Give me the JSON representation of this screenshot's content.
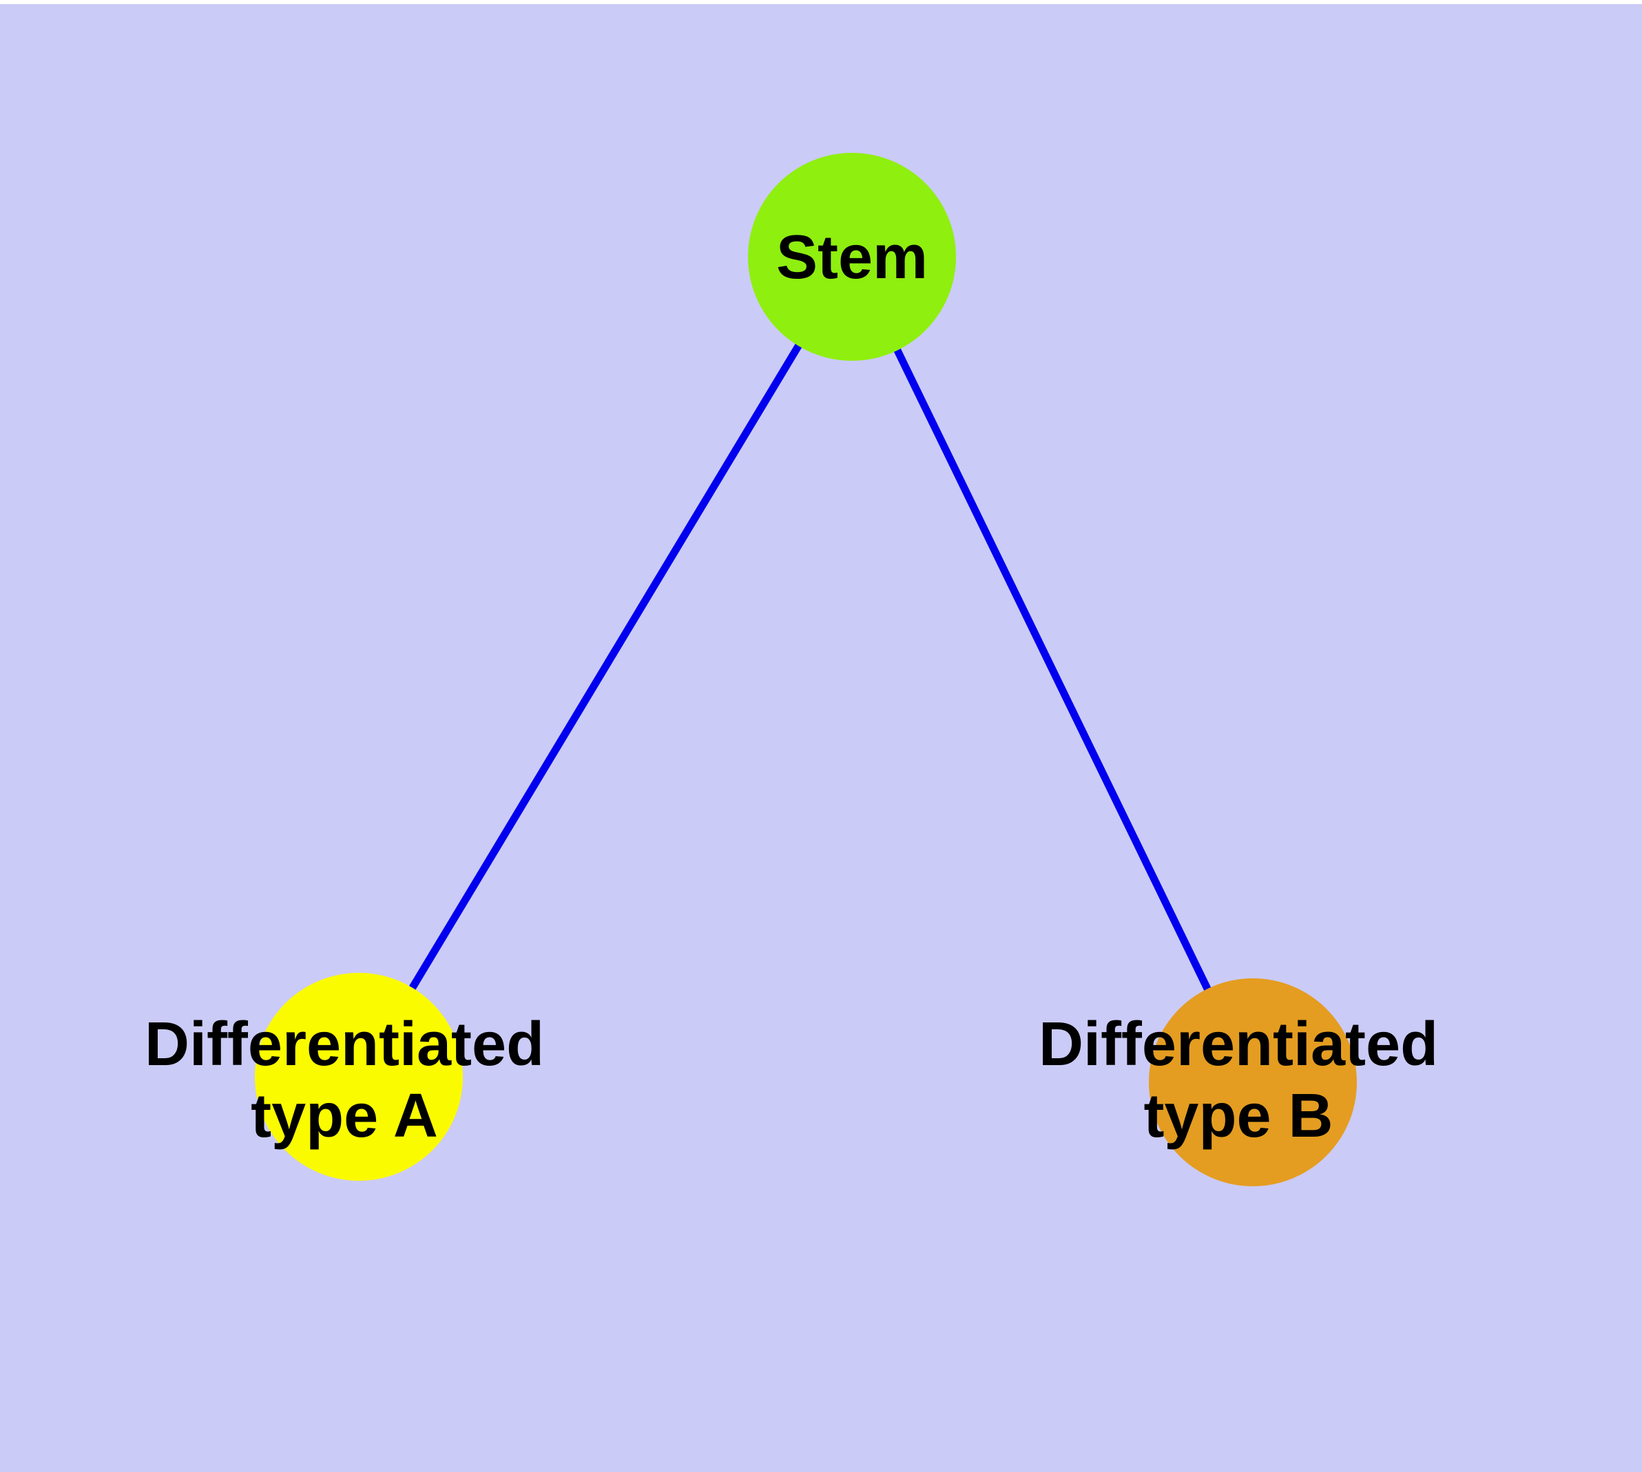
{
  "background_color": "#CBCBF7",
  "top_strip_color": "#FFFFFF",
  "edge_color": "#0000EE",
  "node_border_color": "#6E6E6E",
  "label_text_color": "#000000",
  "nodes": {
    "stem": {
      "label": "Stem",
      "fill_color": "#8FEF0F"
    },
    "type_a": {
      "label_line1": "Differentiated",
      "label_line2": "type A",
      "fill_color": "#FBFB00"
    },
    "type_b": {
      "label_line1": "Differentiated",
      "label_line2": "type B",
      "fill_color": "#E49D20"
    }
  },
  "edges": [
    {
      "from": "Stem",
      "to": "Differentiated type A"
    },
    {
      "from": "Stem",
      "to": "Differentiated type B"
    }
  ]
}
